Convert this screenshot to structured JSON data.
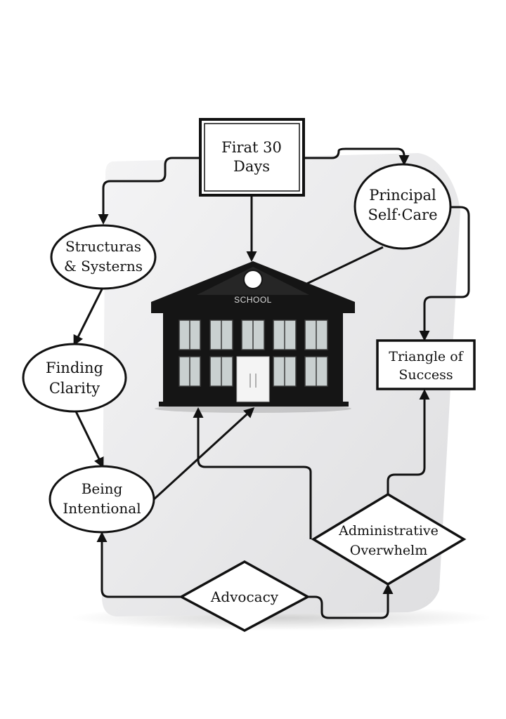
{
  "diagram": {
    "nodes": {
      "first_30_days": {
        "line1": "Firat 30",
        "line2": "Days"
      },
      "principal_self_care": {
        "line1": "Principal",
        "line2": "Self·Care"
      },
      "structures_systems": {
        "line1": "Structuras",
        "line2": "& Systerns"
      },
      "finding_clarity": {
        "line1": "Finding",
        "line2": "Clarity"
      },
      "triangle_of_success": {
        "line1": "Triangle of",
        "line2": "Success"
      },
      "being_intentional": {
        "line1": "Being",
        "line2": "Intentional"
      },
      "administrative_overwhelm": {
        "line1": "Administrative",
        "line2": "Overwhelm"
      },
      "advocacy": {
        "label": "Advocacy"
      }
    },
    "school": {
      "label": "SCHOOL",
      "icon": "school-building-icon"
    },
    "colors": {
      "ink": "#111111",
      "panel": "#e9e9eb",
      "node_fill": "#ffffff",
      "building": "#151515"
    }
  }
}
